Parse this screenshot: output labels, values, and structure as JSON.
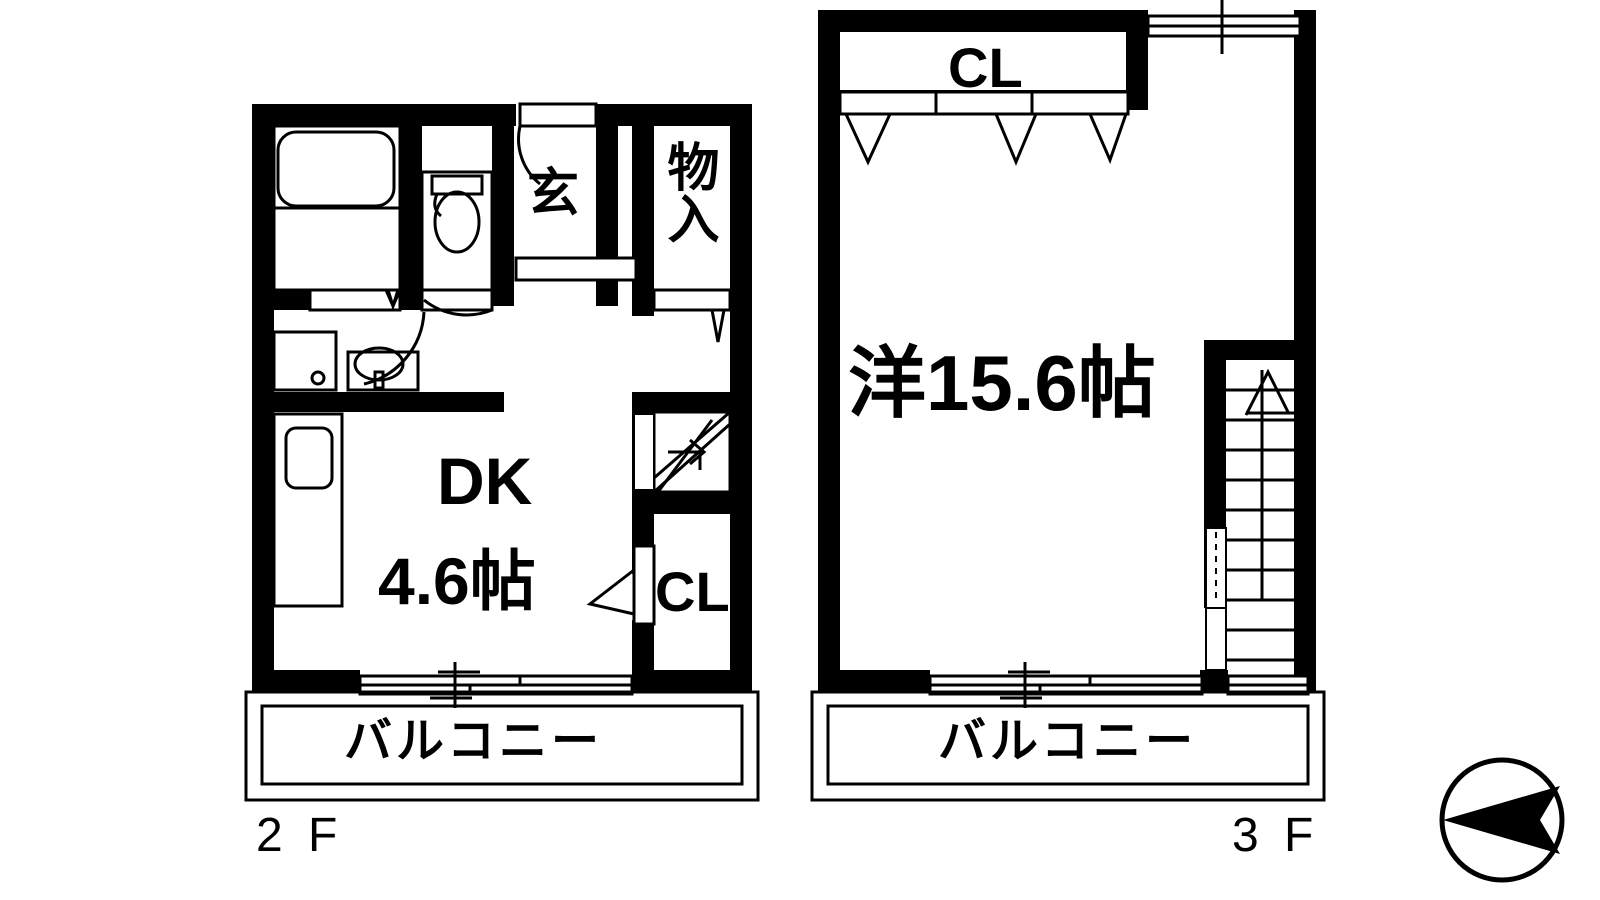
{
  "plan": {
    "title_2f": "2 F",
    "title_3f": "3 F",
    "compass_icon": "north-arrow-icon"
  },
  "floor_2f": {
    "label": "2 F",
    "rooms": [
      {
        "name": "dk",
        "label_line1": "DK",
        "label_line2": "4.6帖"
      },
      {
        "name": "entrance",
        "label": "玄"
      },
      {
        "name": "storage",
        "label": "物入"
      },
      {
        "name": "closet",
        "label": "CL"
      },
      {
        "name": "balcony",
        "label": "バルコニー"
      }
    ],
    "dk_name": "DK",
    "dk_size": "4.6帖",
    "entrance_label": "玄",
    "storage_label": "物入",
    "closet_label": "CL",
    "balcony_label": "バルコニー",
    "fixtures": [
      "bathtub-icon",
      "toilet-icon",
      "washing-machine-icon",
      "vanity-sink-icon",
      "kitchen-sink-icon",
      "staircase-icon"
    ]
  },
  "floor_3f": {
    "label": "3 F",
    "rooms": [
      {
        "name": "western-room",
        "label": "洋15.6帖"
      },
      {
        "name": "closet",
        "label": "CL"
      },
      {
        "name": "balcony",
        "label": "バルコニー"
      }
    ],
    "room_label": "洋15.6帖",
    "closet_label": "CL",
    "balcony_label": "バルコニー",
    "fixtures": [
      "staircase-icon",
      "sliding-window-icon"
    ]
  },
  "colors": {
    "wall": "#000000",
    "line": "#000000",
    "background": "#ffffff"
  }
}
